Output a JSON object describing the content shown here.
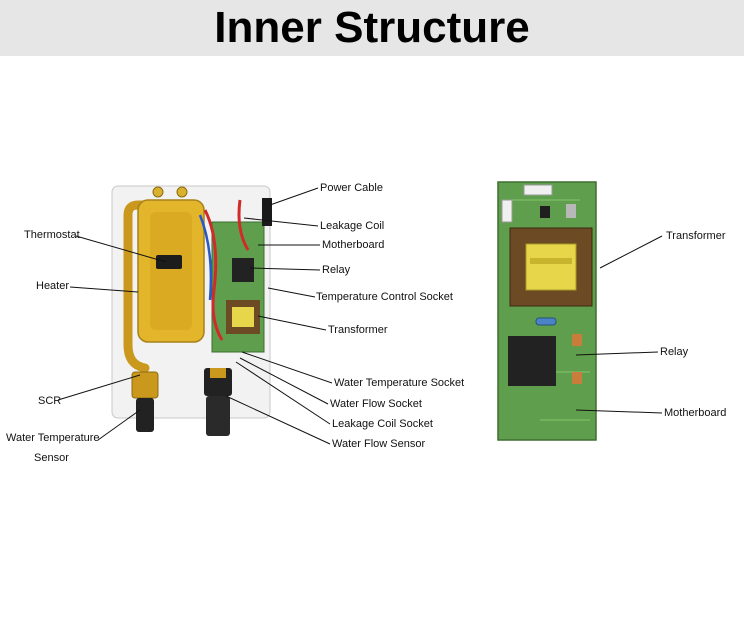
{
  "title": "Inner Structure",
  "left_labels": {
    "thermostat": "Thermostat",
    "heater": "Heater",
    "scr": "SCR",
    "water_temp_sensor_line1": "Water Temperature",
    "water_temp_sensor_line2": "Sensor"
  },
  "right_labels": {
    "power_cable": "Power Cable",
    "leakage_coil": "Leakage Coil",
    "motherboard": "Motherboard",
    "relay": "Relay",
    "temp_control_socket": "Temperature Control Socket",
    "transformer": "Transformer",
    "water_temp_socket": "Water Temperature Socket",
    "water_flow_socket": "Water Flow Socket",
    "leakage_coil_socket": "Leakage Coil Socket",
    "water_flow_sensor": "Water Flow Sensor"
  },
  "board_labels": {
    "transformer": "Transformer",
    "relay": "Relay",
    "motherboard": "Motherboard"
  },
  "colors": {
    "title_bg": "#e6e6e6",
    "heater_yellow": "#e2b52a",
    "pcb_green": "#5f9e4c",
    "transformer_brown": "#6b4a24",
    "transformer_yellow": "#e8d64a",
    "relay_black": "#222222"
  }
}
